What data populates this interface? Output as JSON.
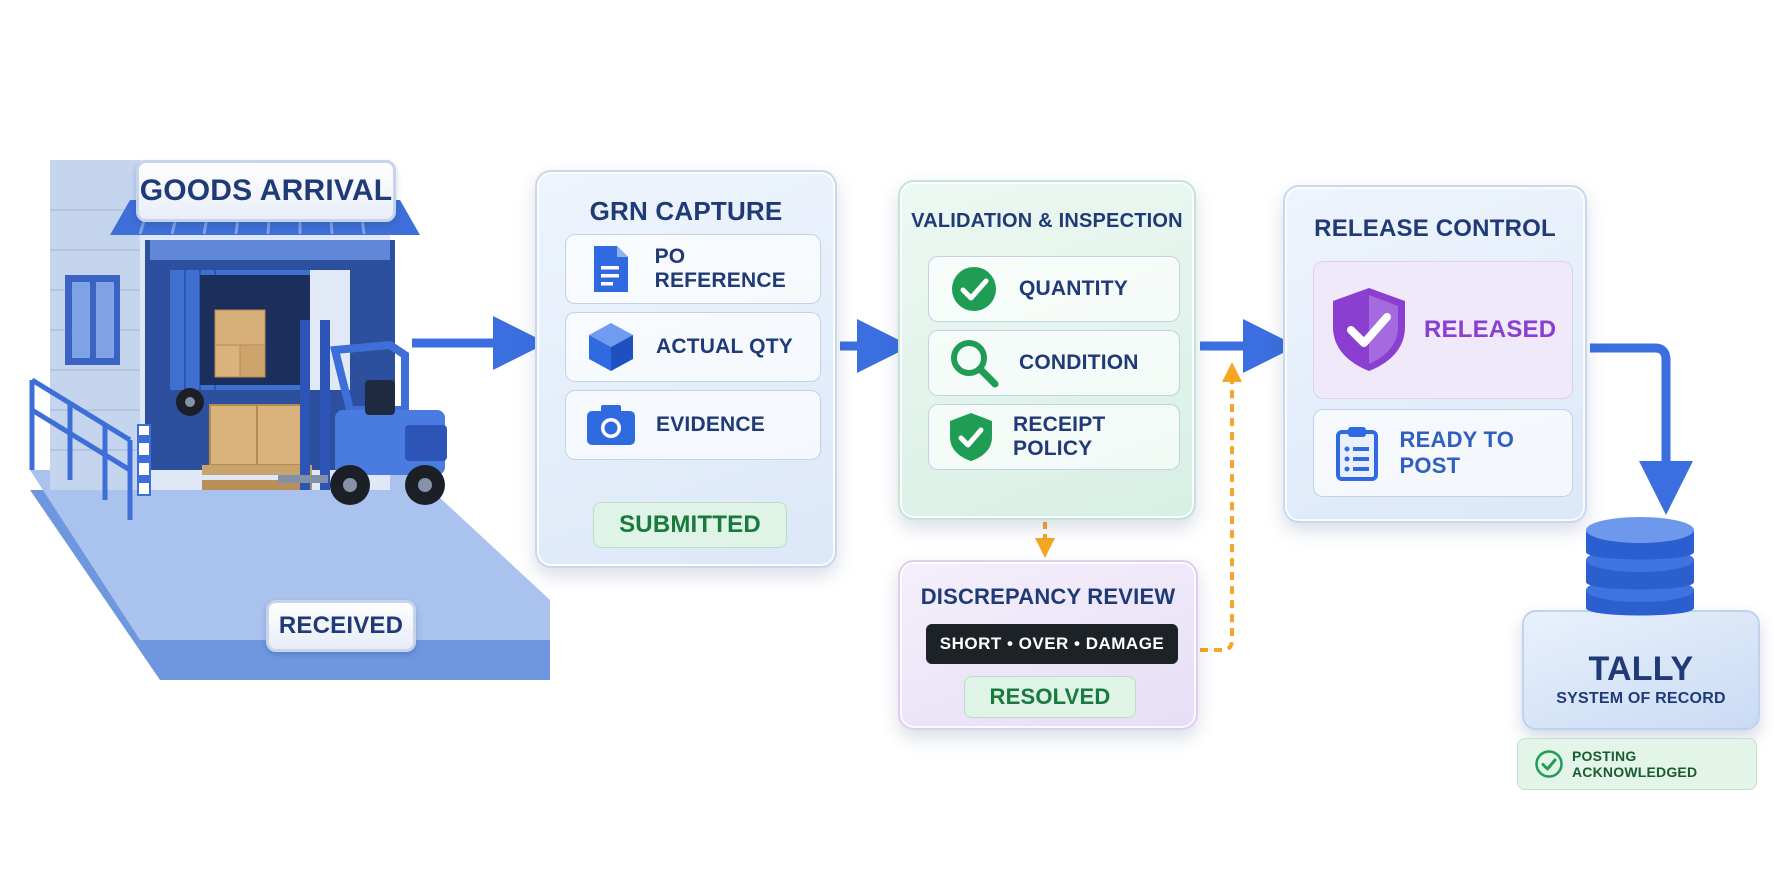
{
  "arrival": {
    "sign": "GOODS ARRIVAL",
    "status": "RECEIVED"
  },
  "grn": {
    "title": "GRN CAPTURE",
    "items": [
      {
        "label": "PO REFERENCE",
        "icon": "document-icon"
      },
      {
        "label": "ACTUAL QTY",
        "icon": "cube-icon"
      },
      {
        "label": "EVIDENCE",
        "icon": "camera-icon"
      }
    ],
    "status": "SUBMITTED"
  },
  "validation": {
    "title": "VALIDATION & INSPECTION",
    "items": [
      {
        "label": "QUANTITY",
        "icon": "check-circle-icon"
      },
      {
        "label": "CONDITION",
        "icon": "magnifier-icon"
      },
      {
        "label": "RECEIPT POLICY",
        "icon": "shield-check-icon"
      }
    ]
  },
  "discrepancy": {
    "title": "DISCREPANCY REVIEW",
    "tags": "SHORT • OVER • DAMAGE",
    "status": "RESOLVED"
  },
  "release": {
    "title": "RELEASE CONTROL",
    "items": [
      {
        "label": "RELEASED",
        "icon": "shield-check-icon"
      },
      {
        "label": "READY TO POST",
        "icon": "clipboard-icon"
      }
    ]
  },
  "tally": {
    "title": "TALLY",
    "subtitle": "SYSTEM OF RECORD",
    "ack": "POSTING ACKNOWLEDGED"
  },
  "colors": {
    "primary_blue": "#3b6fe0",
    "navy_text": "#1f3a77",
    "green": "#1f9d55",
    "purple": "#8a3fd1",
    "orange_dashed": "#f5a623"
  }
}
